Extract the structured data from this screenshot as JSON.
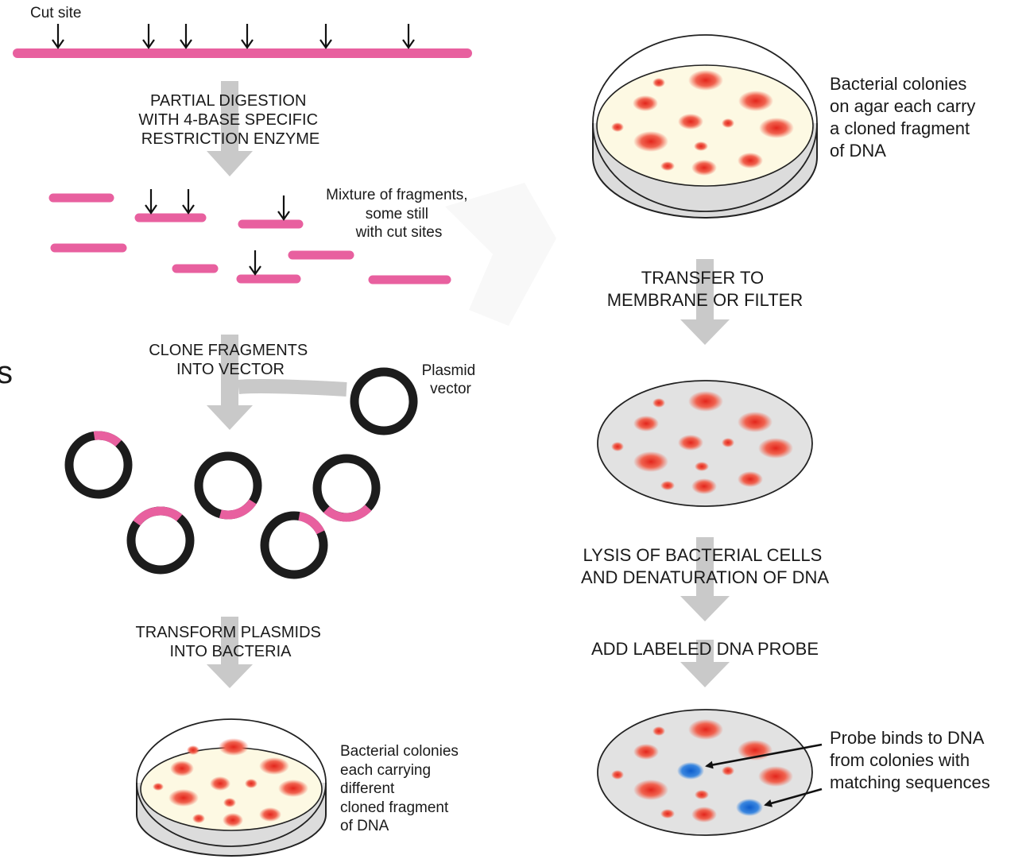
{
  "colors": {
    "dna": "#e8609f",
    "arrow": "#c9c9c9",
    "plasmid": "#1c1c1c",
    "agar": "#fdf9e3",
    "membrane": "#e2e2e2",
    "colony": "#e83a2a",
    "probe": "#1f6fd0"
  },
  "left": {
    "cut_site_label": "Cut site",
    "step_digestion": [
      "PARTIAL DIGESTION",
      "WITH 4-BASE SPECIFIC",
      "RESTRICTION ENZYME"
    ],
    "fragments_label": [
      "Mixture of fragments,",
      "some still",
      "with cut sites"
    ],
    "step_clone": [
      "CLONE FRAGMENTS",
      "INTO VECTOR"
    ],
    "plasmid_label": [
      "Plasmid",
      "vector"
    ],
    "step_transform": [
      "TRANSFORM PLASMIDS",
      "INTO BACTERIA"
    ],
    "colonies_label": [
      "Bacterial colonies",
      "each carrying",
      "different",
      "cloned fragment",
      "of DNA"
    ]
  },
  "right": {
    "plate_label": [
      "Bacterial colonies",
      "on agar each carry",
      "a cloned fragment",
      "of DNA"
    ],
    "step_transfer": [
      "TRANSFER TO",
      "MEMBRANE OR FILTER"
    ],
    "step_lysis": [
      "LYSIS OF BACTERIAL CELLS",
      "AND DENATURATION OF DNA"
    ],
    "step_probe": "ADD LABELED DNA PROBE",
    "probe_label": [
      "Probe binds to DNA",
      "from colonies with",
      "matching sequences"
    ]
  }
}
